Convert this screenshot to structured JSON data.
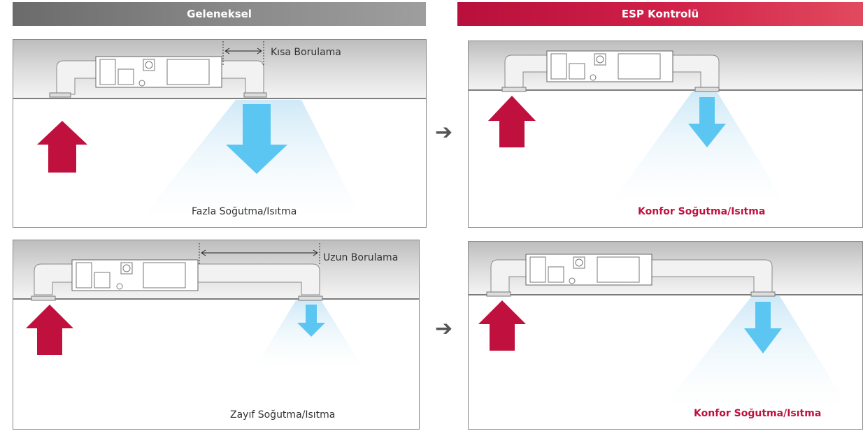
{
  "headers": {
    "left": "Geleneksel",
    "right": "ESP Kontrolü"
  },
  "panels": {
    "top_left": {
      "pipe_label": "Kısa Borulama",
      "result_label": "Fazla Soğutma/Isıtma"
    },
    "bottom_left": {
      "pipe_label": "Uzun Borulama",
      "result_label": "Zayıf Soğutma/Isıtma"
    },
    "top_right": {
      "result_label": "Konfor Soğutma/Isıtma"
    },
    "bottom_right": {
      "result_label": "Konfor Soğutma/Isıtma"
    }
  },
  "colors": {
    "return_arrow": "#c0103e",
    "supply_arrow": "#5cc6f2",
    "ceiling": "#d6d6d6",
    "accent_red": "#c0103e"
  },
  "icons": {
    "transition": "right-arrow-icon"
  }
}
